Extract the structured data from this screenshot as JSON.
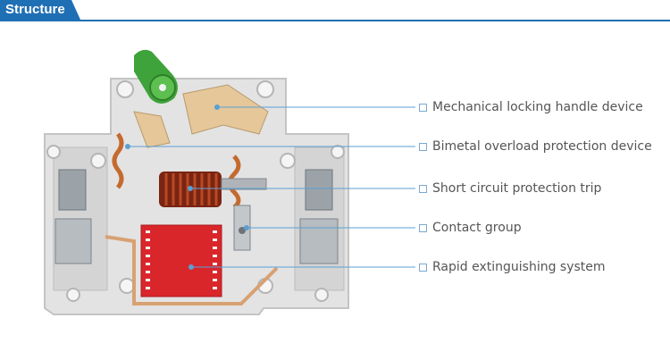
{
  "header": {
    "title": "Structure",
    "accent": "#1f6fb5"
  },
  "callouts": [
    {
      "label": "Mechanical locking handle device"
    },
    {
      "label": "Bimetal overload protection device"
    },
    {
      "label": "Short circuit protection trip"
    },
    {
      "label": "Contact group"
    },
    {
      "label": "Rapid extinguishing system"
    }
  ],
  "colors": {
    "leader": "#5a9fd4",
    "label_text": "#555555",
    "housing": "#e2e2e2",
    "handle": "#3ea33a",
    "coil": "#8b2a12",
    "arc_chute": "#d9262b",
    "lever": "#e6c79a"
  }
}
